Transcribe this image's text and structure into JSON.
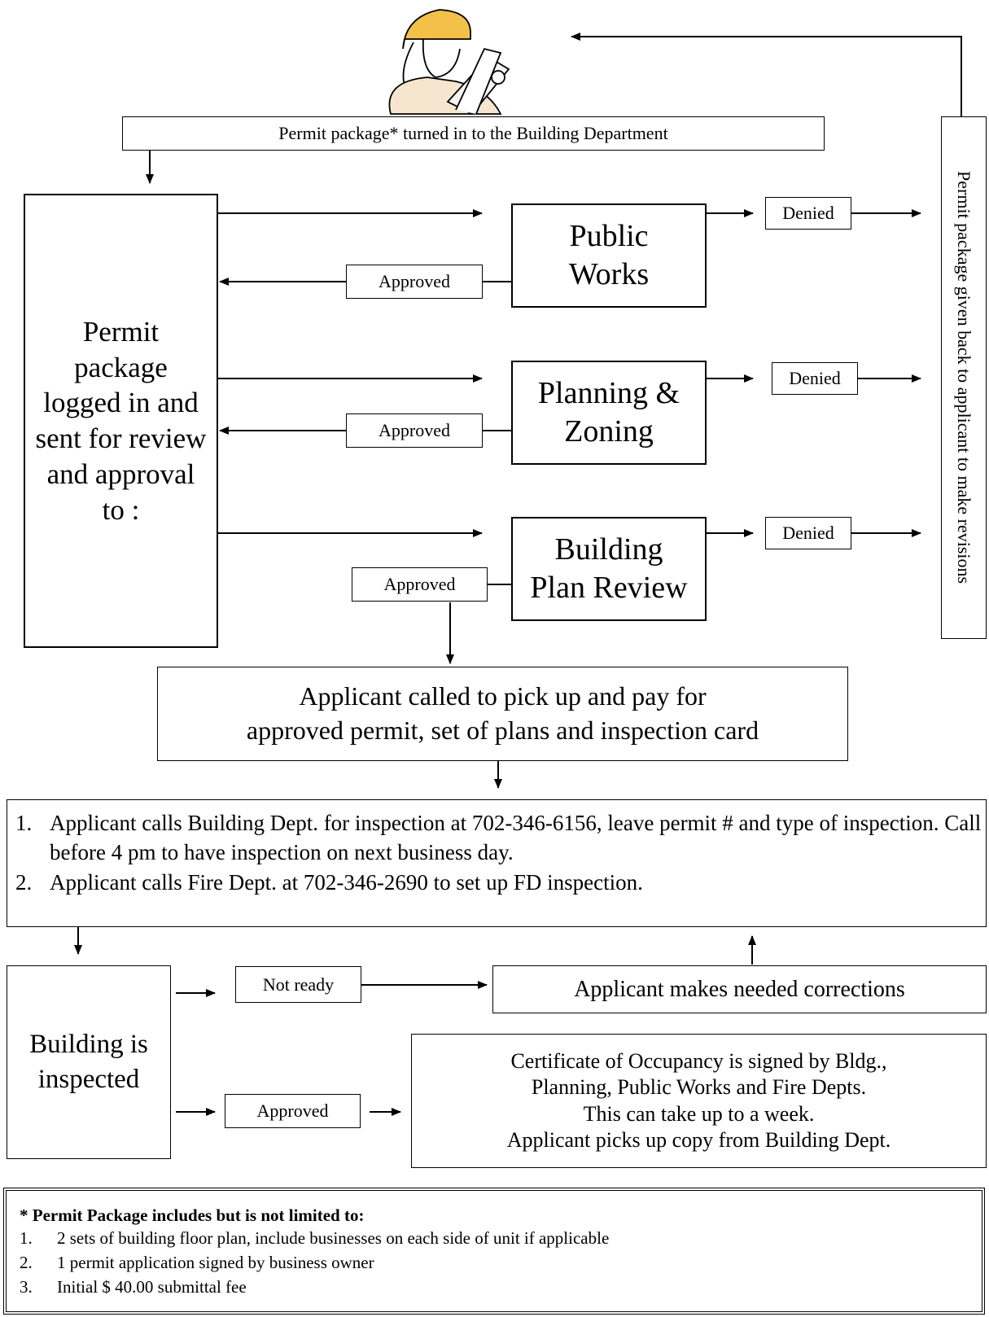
{
  "submit_box": "Permit package* turned in to the Building Department",
  "logged_box": "Permit package logged in and sent for review and approval to :",
  "departments": [
    {
      "name_line1": "Public",
      "name_line2": "Works",
      "approved": "Approved",
      "denied": "Denied"
    },
    {
      "name_line1": "Planning &",
      "name_line2": "Zoning",
      "approved": "Approved",
      "denied": "Denied"
    },
    {
      "name_line1": "Building",
      "name_line2": "Plan Review",
      "approved": "Approved",
      "denied": "Denied"
    }
  ],
  "returned_box": "Permit package given back to applicant to make revisions",
  "pickup_box": {
    "line1": "Applicant called to pick up and pay for",
    "line2": "approved permit, set of plans and inspection card"
  },
  "inspection_steps": [
    {
      "num": "1.",
      "text": "Applicant calls Building Dept. for inspection at 702-346-6156, leave permit # and type of inspection.  Call before 4 pm to have inspection on next business day."
    },
    {
      "num": "2.",
      "text": "Applicant calls Fire Dept. at 702-346-2690 to set up FD inspection."
    }
  ],
  "inspected_box": "Building is inspected",
  "not_ready": "Not ready",
  "inspect_approved": "Approved",
  "corrections_box": "Applicant makes needed corrections",
  "certificate_box": [
    "Certificate of Occupancy is signed by Bldg.,",
    "Planning, Public Works and Fire Depts.",
    "This can take up to a week.",
    "Applicant picks up copy from Building Dept."
  ],
  "package_note": {
    "title": "* Permit Package includes but is not limited to:",
    "items": [
      {
        "num": "1.",
        "text": "2 sets of  building floor plan, include businesses on each side of unit if applicable"
      },
      {
        "num": "2.",
        "text": "1 permit application signed by business owner"
      },
      {
        "num": "3.",
        "text": "Initial $ 40.00 submittal fee"
      }
    ]
  }
}
